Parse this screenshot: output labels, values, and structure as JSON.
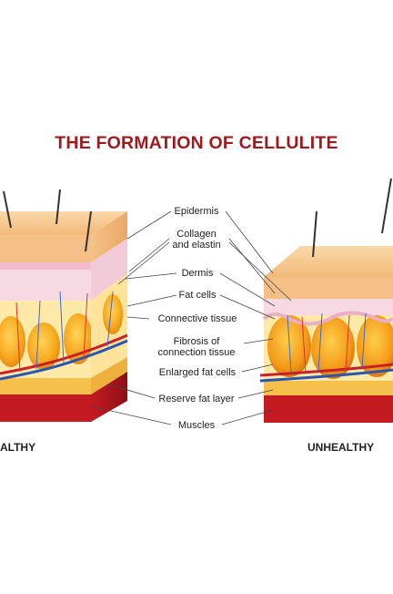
{
  "title": "THE FORMATION OF CELLULITE",
  "labels": {
    "epidermis": "Epidermis",
    "collagen": "Collagen\nand elastin",
    "dermis": "Dermis",
    "fat_cells": "Fat cells",
    "connective_tissue": "Connective tissue",
    "fibrosis": "Fibrosis of\nconnection tissue",
    "enlarged_fat_cells": "Enlarged fat cells",
    "reserve_fat_layer": "Reserve fat layer",
    "muscles": "Muscles"
  },
  "captions": {
    "healthy": "ALTHY",
    "unhealthy": "UNHEALTHY"
  },
  "colors": {
    "title": "#9b1b1f",
    "skin": "#f6c58e",
    "dermis": "#f6d9e2",
    "fat": "#f7a91e",
    "muscle": "#c41a22",
    "artery": "#c8202a",
    "vein": "#2a55b0"
  }
}
